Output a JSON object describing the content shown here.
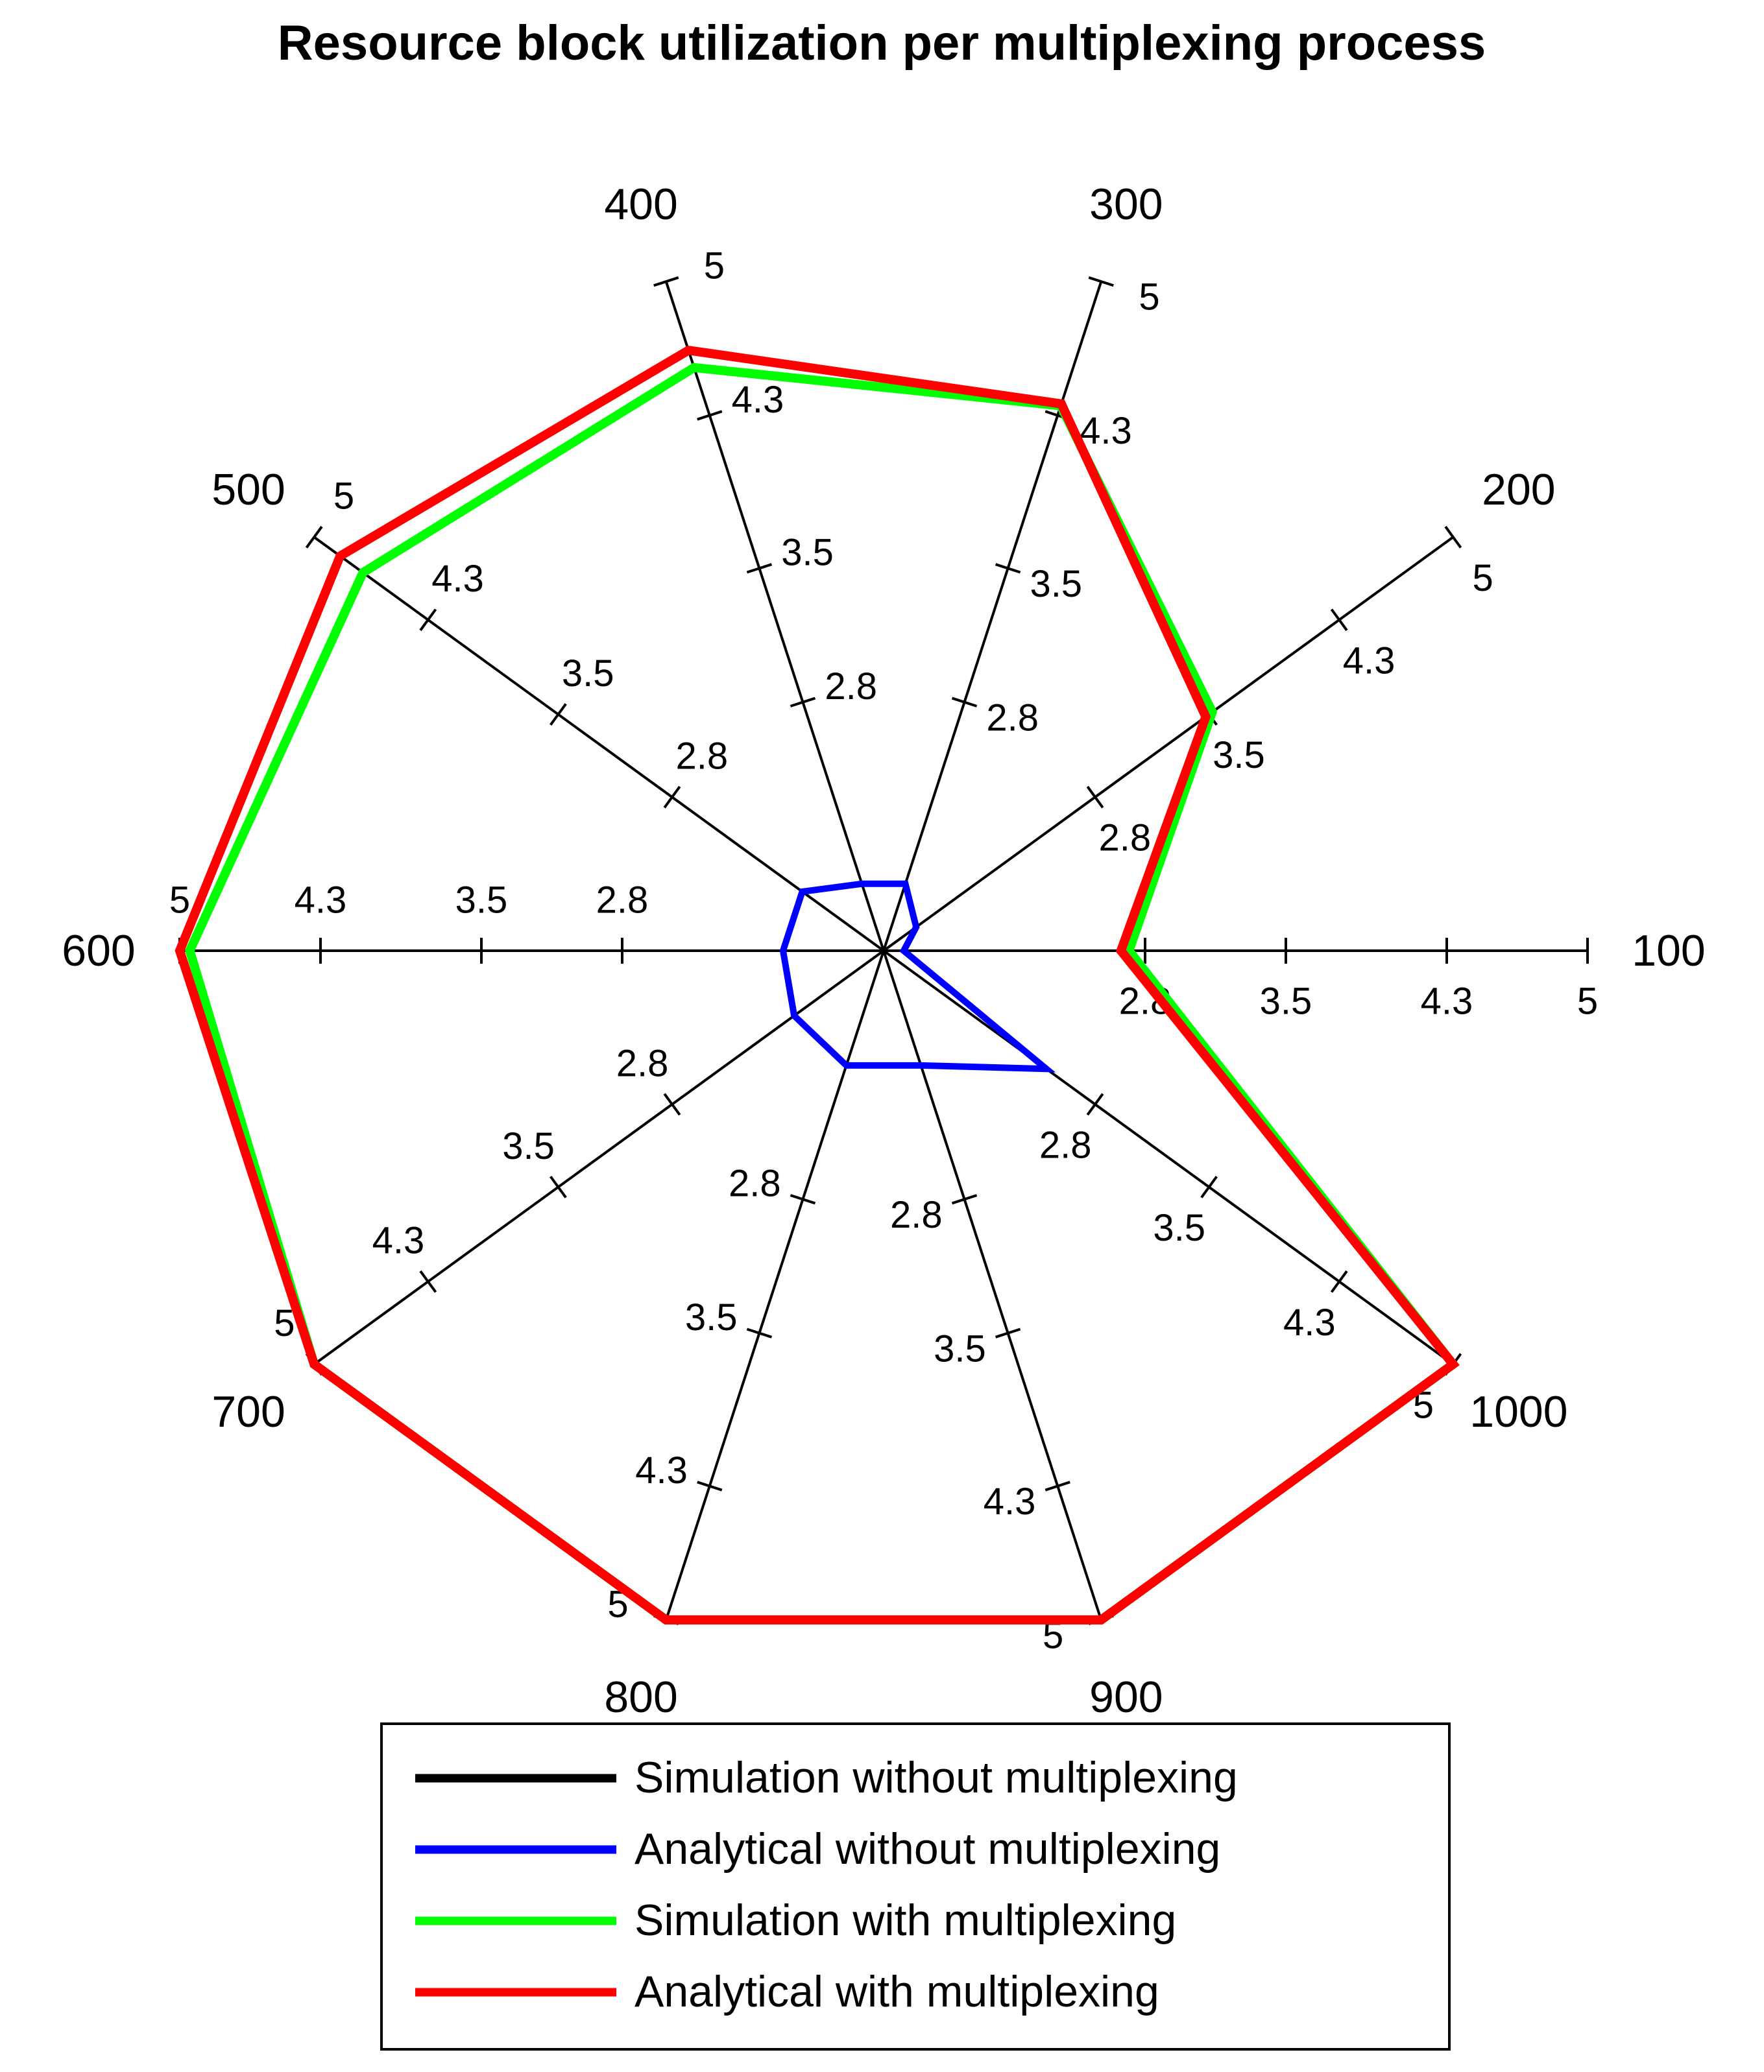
{
  "chart_data": {
    "type": "radar",
    "title": "Resource block utilization per multiplexing process",
    "categories": [
      "100",
      "200",
      "300",
      "400",
      "500",
      "600",
      "700",
      "800",
      "900",
      "1000"
    ],
    "axis_ticks": [
      "2.8",
      "3.5",
      "4.3",
      "5"
    ],
    "rlim": [
      1.5,
      5
    ],
    "series": [
      {
        "name": "Simulation without multiplexing",
        "color": "#000000",
        "values": [
          1.5,
          1.5,
          1.5,
          1.5,
          1.5,
          1.5,
          1.5,
          1.5,
          1.5,
          1.5
        ]
      },
      {
        "name": "Analytical without multiplexing",
        "color": "#0000ff",
        "values": [
          1.6,
          1.7,
          1.85,
          1.85,
          2.0,
          2.0,
          2.05,
          2.1,
          2.1,
          2.5
        ]
      },
      {
        "name": "Simulation with multiplexing",
        "color": "#00ff00",
        "values": [
          2.72,
          3.52,
          4.35,
          4.55,
          4.7,
          4.95,
          5.0,
          5.0,
          5.0,
          5.0
        ]
      },
      {
        "name": "Analytical with multiplexing",
        "color": "#ff0000",
        "values": [
          2.68,
          3.48,
          4.36,
          4.64,
          4.84,
          5.0,
          5.0,
          5.0,
          5.0,
          5.0
        ]
      }
    ],
    "legend": "bottom-center"
  }
}
